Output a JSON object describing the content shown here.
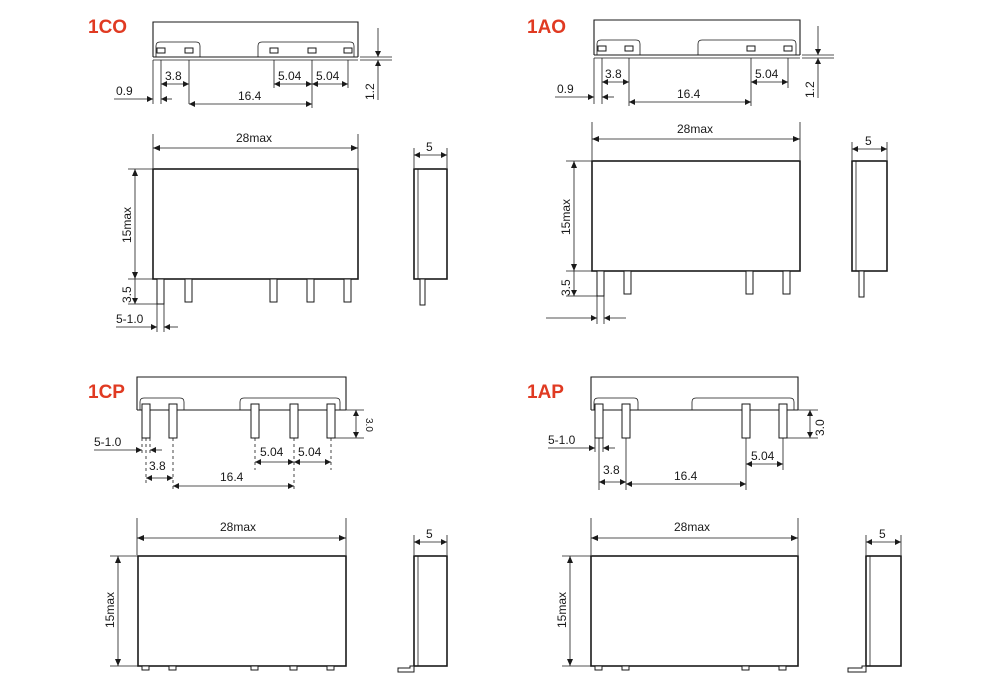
{
  "colors": {
    "title": "#e03a22",
    "line": "#1a1a1a",
    "background": "#ffffff"
  },
  "views": {
    "1CO": {
      "title": "1CO",
      "dims": {
        "off1": "0.9",
        "pitch1": "3.8",
        "pitch2": "16.4",
        "pitch3": "5.04",
        "pitch4": "5.04",
        "height_top": "1.2",
        "length": "28max",
        "height": "15max",
        "pin_len": "3.5",
        "pin_w": "5-1.0",
        "width": "5"
      }
    },
    "1AO": {
      "title": "1AO",
      "dims": {
        "off1": "0.9",
        "pitch1": "3.8",
        "pitch2": "16.4",
        "pitch3": "5.04",
        "height_top": "1.2",
        "length": "28max",
        "height": "15max",
        "pin_len": "3.5",
        "width": "5"
      }
    },
    "1CP": {
      "title": "1CP",
      "dims": {
        "pin_w": "5-1.0",
        "pitch1": "3.8",
        "pitch2": "16.4",
        "pitch3": "5.04",
        "pitch4": "5.04",
        "pin_h": "3.0",
        "length": "28max",
        "height": "15max",
        "width": "5"
      }
    },
    "1AP": {
      "title": "1AP",
      "dims": {
        "pin_w": "5-1.0",
        "pitch1": "3.8",
        "pitch2": "16.4",
        "pitch3": "5.04",
        "pin_h": "3.0",
        "length": "28max",
        "height": "15max",
        "width": "5"
      }
    }
  }
}
